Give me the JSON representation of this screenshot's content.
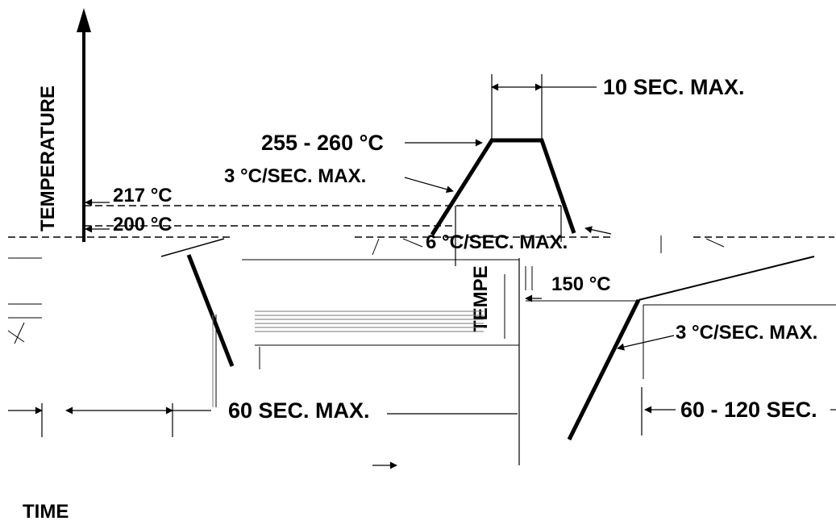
{
  "labels": {
    "peak_duration": "10 SEC. MAX.",
    "peak_temp": "255 - 260 °C",
    "ramp_up_rate": "3 °C/SEC. MAX.",
    "liquidus_temp": "217 °C",
    "preheat_max_temp": "200 °C",
    "ramp_down_rate": "6 °C/SEC. MAX.",
    "preheat_min_temp": "150 °C",
    "initial_ramp_rate": "3 °C/SEC. MAX.",
    "liquidus_duration": "60 SEC. MAX.",
    "preheat_duration": "60 - 120 SEC.",
    "y_axis": "TEMPERATURE",
    "x_axis": "TIME"
  }
}
